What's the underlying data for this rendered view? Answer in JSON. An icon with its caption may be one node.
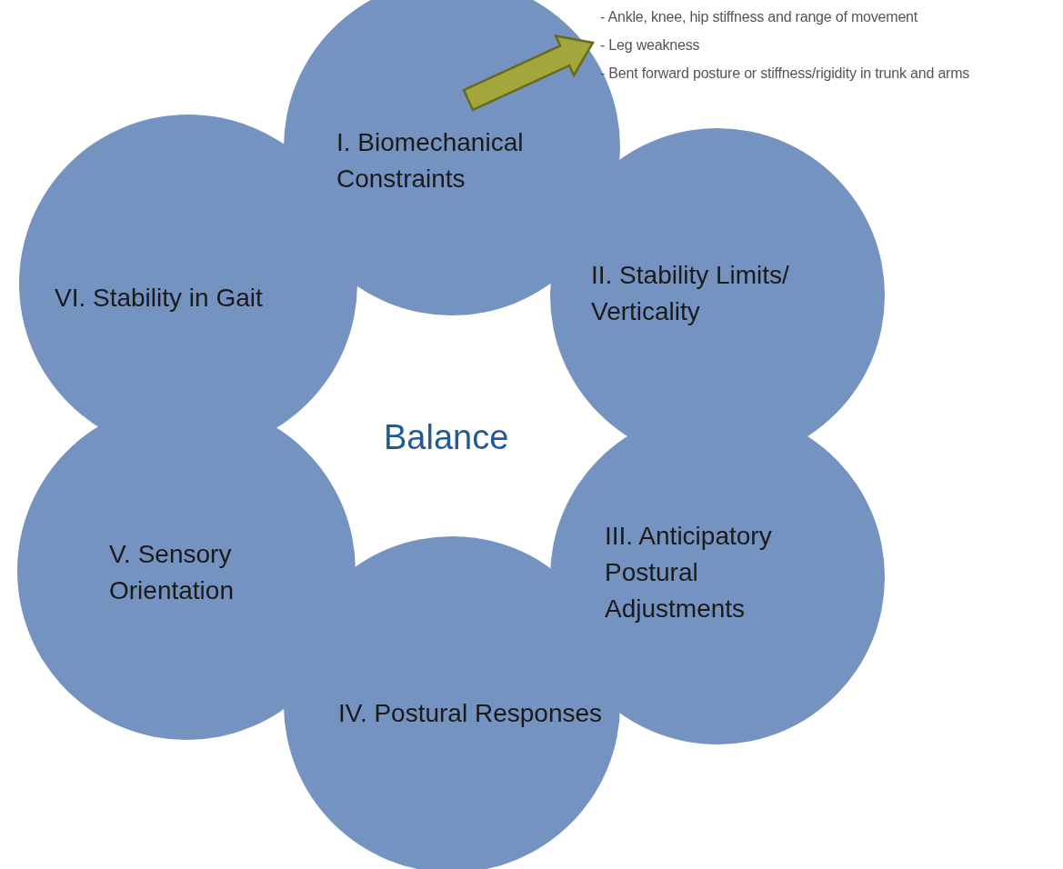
{
  "diagram": {
    "nodes": [
      {
        "text": [
          "I. Biomechanical Constraints"
        ]
      },
      {
        "text": [
          "II. Stability Limits/ Verticality"
        ]
      },
      {
        "text": [
          "III. Anticipatory Postural Adjustments"
        ]
      },
      {
        "text": [
          "IV. Postural Responses"
        ]
      },
      {
        "text": [
          "V. Sensory Orientation"
        ]
      },
      {
        "text": [
          "VI. Stability in Gait"
        ]
      },
      {
        "text": [
          "- Ankle, knee, hip stiffness and range of movement",
          "- Leg weakness",
          "- Bent forward posture or stiffness/rigidity in trunk and arms"
        ]
      }
    ],
    "edges": [
      {
        "from": 0,
        "to": 6,
        "arrow": "to",
        "style": "thick",
        "color": "#a3a63a"
      }
    ],
    "labels": [
      "Balance"
    ]
  }
}
